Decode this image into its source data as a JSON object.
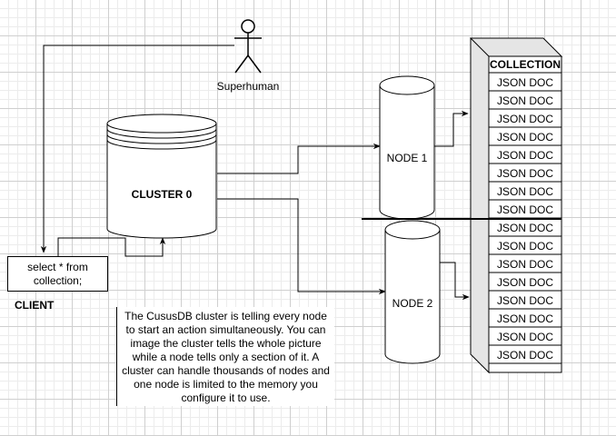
{
  "actor": {
    "label": "Superhuman"
  },
  "client": {
    "label": "CLIENT",
    "query": "select * from collection;"
  },
  "cluster": {
    "label": "CLUSTER 0"
  },
  "nodes": [
    {
      "label": "NODE 1"
    },
    {
      "label": "NODE 2"
    }
  ],
  "collection": {
    "header": "COLLECTION",
    "documents": [
      "JSON DOC",
      "JSON DOC",
      "JSON DOC",
      "JSON DOC",
      "JSON DOC",
      "JSON DOC",
      "JSON DOC",
      "JSON DOC",
      "JSON DOC",
      "JSON DOC",
      "JSON DOC",
      "JSON DOC",
      "JSON DOC",
      "JSON DOC",
      "JSON DOC",
      "JSON DOC"
    ]
  },
  "note": "The CususDB cluster is telling every node to start an action simultaneously.  You can image the cluster tells the whole picture while a node tells only a section of it.  A cluster can handle thousands of nodes and one node is limited to the memory you configure it to use."
}
